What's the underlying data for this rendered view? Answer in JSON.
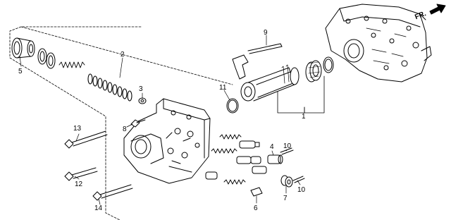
{
  "direction_marker": "FR.",
  "callouts": [
    "1",
    "2",
    "3",
    "4",
    "5",
    "6",
    "7",
    "8",
    "9",
    "10",
    "10",
    "11",
    "12",
    "13",
    "14"
  ]
}
